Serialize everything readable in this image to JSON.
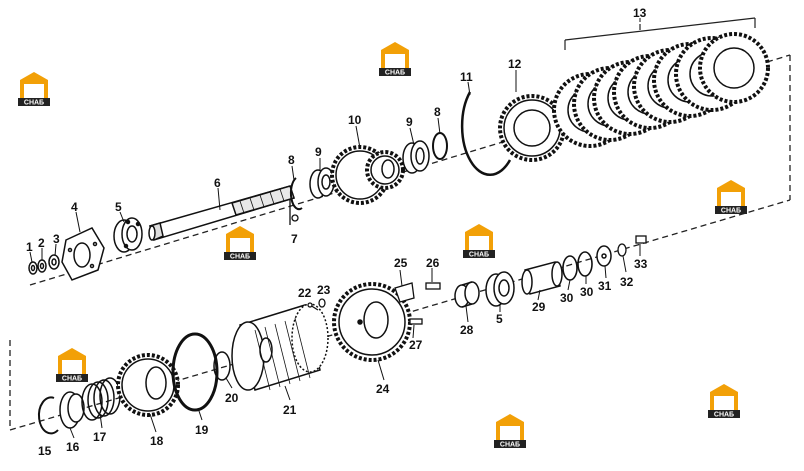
{
  "logo": {
    "mark": "H3",
    "word": "CHAБ"
  },
  "parts": {
    "p1": "1",
    "p2": "2",
    "p3": "3",
    "p4": "4",
    "p5a": "5",
    "p5b": "5",
    "p6": "6",
    "p7": "7",
    "p8a": "8",
    "p8b": "8",
    "p9a": "9",
    "p9b": "9",
    "p10": "10",
    "p11": "11",
    "p12": "12",
    "p13": "13",
    "p15": "15",
    "p16": "16",
    "p17": "17",
    "p18": "18",
    "p19": "19",
    "p20": "20",
    "p21": "21",
    "p22": "22",
    "p23": "23",
    "p24": "24",
    "p25": "25",
    "p26": "26",
    "p27": "27",
    "p28": "28",
    "p29": "29",
    "p30a": "30",
    "p30b": "30",
    "p31": "31",
    "p32": "32",
    "p33": "33"
  },
  "colors": {
    "logo_orange": "#f2a007",
    "logo_dark": "#222222",
    "ink": "#111111"
  }
}
